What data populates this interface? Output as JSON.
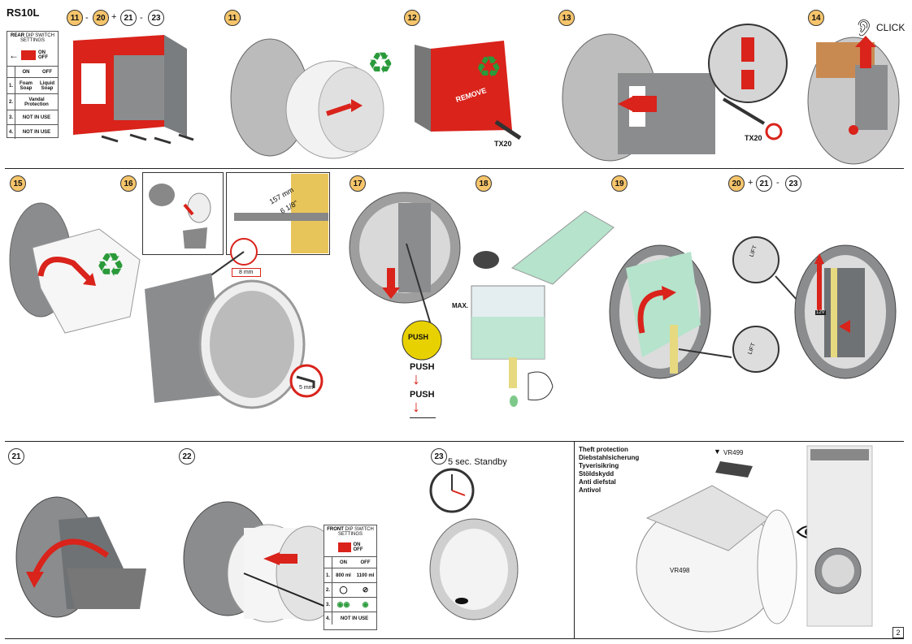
{
  "model": "RS10L",
  "page_number": "2",
  "step_refs": {
    "s11": "11",
    "s12": "12",
    "s13": "13",
    "s14": "14",
    "s15": "15",
    "s16": "16",
    "s17": "17",
    "s18": "18",
    "s19": "19",
    "s20": "20",
    "s21": "21",
    "s22": "22",
    "s23": "23"
  },
  "seq_top": {
    "a": "11",
    "dash1": "-",
    "b": "20",
    "plus": "+",
    "c": "21",
    "dash2": "-",
    "d": "23"
  },
  "seq_mid": {
    "a": "20",
    "plus": "+",
    "b": "21",
    "dash": "-",
    "c": "23"
  },
  "rear_table": {
    "title_bold": "REAR",
    "title_rest": "DIP SWITCH SETTINGS",
    "on": "ON",
    "off": "OFF",
    "col_on": "ON",
    "col_off": "OFF",
    "rows": [
      {
        "n": "1.",
        "on": "Foam Soap",
        "off": "Liquid Soap"
      },
      {
        "n": "2.",
        "text": "Vandal Protection"
      },
      {
        "n": "3.",
        "text": "NOT IN USE"
      },
      {
        "n": "4.",
        "text": "NOT IN USE"
      }
    ]
  },
  "front_table": {
    "title_bold": "FRONT",
    "title_rest": "DIP SWITCH SETTINGS",
    "on": "ON",
    "off": "OFF",
    "col_on": "ON",
    "col_off": "OFF",
    "rows": [
      {
        "n": "1.",
        "on": "800 ml",
        "off": "1100 ml"
      },
      {
        "n": "2."
      },
      {
        "n": "3."
      },
      {
        "n": "4.",
        "text": "NOT IN USE"
      }
    ]
  },
  "labels": {
    "tx20_a": "TX20",
    "tx20_b": "TX20",
    "click": "CLICK",
    "remove": "REMOVE",
    "mm157": "157 mm",
    "inch": "6 1/8\"",
    "mm8": "8 mm",
    "mm5": "5 mm",
    "push_btn": "PUSH",
    "push1": "PUSH",
    "push2": "PUSH",
    "max": "MAX.",
    "lift1": "LIFT",
    "lift2": "LIFT",
    "v12": "12V",
    "standby": "5 sec. Standby",
    "vr499": "VR499",
    "vr498": "VR498"
  },
  "theft": [
    "Theft protection",
    "Diebstahlsicherung",
    "Tyverisikring",
    "Stöldskydd",
    "Anti diefstal",
    "Antivol"
  ],
  "colors": {
    "badge": "#f6c56b",
    "red": "#d9231b",
    "green": "#2a9a3a",
    "grey": "#8a8c8e"
  }
}
